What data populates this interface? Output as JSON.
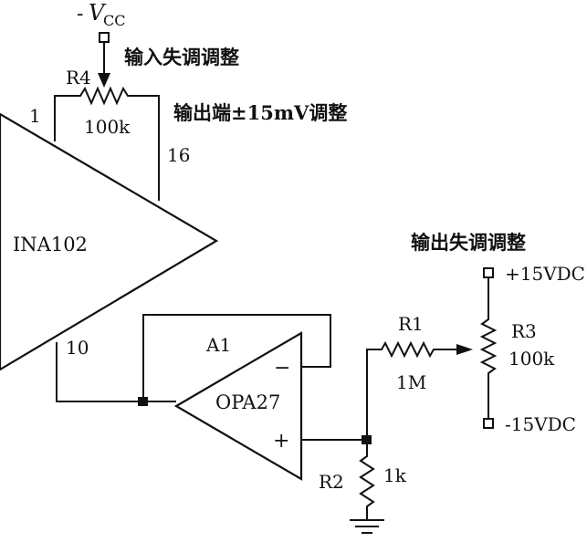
{
  "supply_top": {
    "sign": "-",
    "v": "V",
    "sub": "CC"
  },
  "annotations": {
    "input_offset": "输入失调调整",
    "output_port": "输出端±15mV调整",
    "output_offset": "输出失调调整"
  },
  "components": {
    "ina": {
      "name": "INA102",
      "pin1": "1",
      "pin16": "16",
      "pin10": "10"
    },
    "r4": {
      "name": "R4",
      "value": "100k"
    },
    "a1": {
      "name": "A1",
      "part": "OPA27",
      "minus": "−",
      "plus": "+"
    },
    "r1": {
      "name": "R1",
      "value": "1M"
    },
    "r2": {
      "name": "R2",
      "value": "1k"
    },
    "r3": {
      "name": "R3",
      "value": "100k"
    }
  },
  "supplies": {
    "pos": "+15VDC",
    "neg": "-15VDC"
  }
}
